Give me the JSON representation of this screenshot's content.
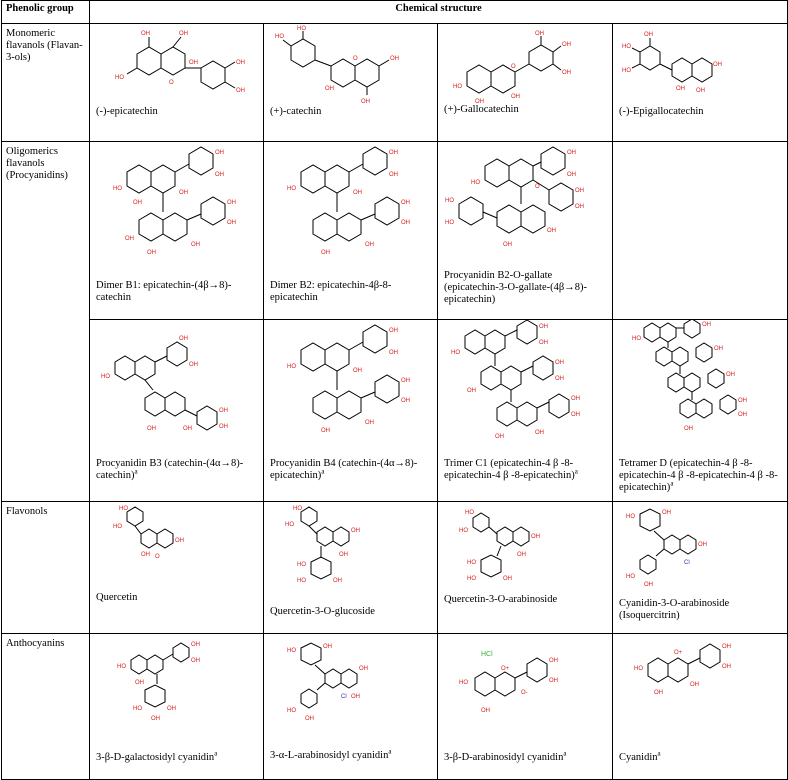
{
  "header": {
    "group": "Phenolic group",
    "structure": "Chemical structure"
  },
  "groups": {
    "monomeric": "Monomeric flavanols (Flavan-3-ols)",
    "oligomeric": "Oligomerics flavanols (Procyanidins)",
    "flavonols": "Flavonols",
    "anthocyanins": "Anthocyanins"
  },
  "compounds": {
    "epicatechin": "(-)-epicatechin",
    "catechin": "(+)-catechin",
    "gallocatechin": "(+)-Gallocatechin",
    "epigallocatechin": "(-)-Epigallocatechin",
    "dimer_b1": "Dimer B1: epicatechin-(4β→8)-catechin",
    "dimer_b2": "Dimer B2: epicatechin-4β-8-epicatechin",
    "b2_gallate": "Procyanidin B2-O-gallate (epicatechin-3-O-gallate-(4β→8)-epicatechin)",
    "b3": "Procyanidin B3 (catechin-(4α→8)-catechin)",
    "b4": "Procyanidin B4 (catechin-(4α→8)-epicatechin)",
    "c1": "Trimer C1 (epicatechin-4 β -8-epicatechin-4 β -8-epicatechin)",
    "tetramer_d": "Tetramer D (epicatechin-4 β -8-epicatechin-4 β -8-epicatechin-4 β -8-epicatechin)",
    "quercetin": "Quercetin",
    "q_glucoside": "Quercetin-3-O-glucoside",
    "q_arabinoside": "Quercetin-3-O-arabinoside",
    "cy_arabinoside": "Cyanidin-3-O-arabinoside (Isoquercitrin)",
    "galactosidyl": "3-β-D-galactosidyl cyanidin",
    "l_arabinosidyl": "3-α-L-arabinosidyl cyanidin",
    "d_arabinosidyl": "3-β-D-arabinosidyl cyanidin",
    "cyanidin": "Cyanidin"
  },
  "footnote_mark": "a",
  "atom_labels": {
    "oh": "OH",
    "ho": "HO",
    "o": "O",
    "cl": "Cl",
    "hcl": "HCl",
    "o_plus": "O+",
    "o_minus": "O-"
  }
}
